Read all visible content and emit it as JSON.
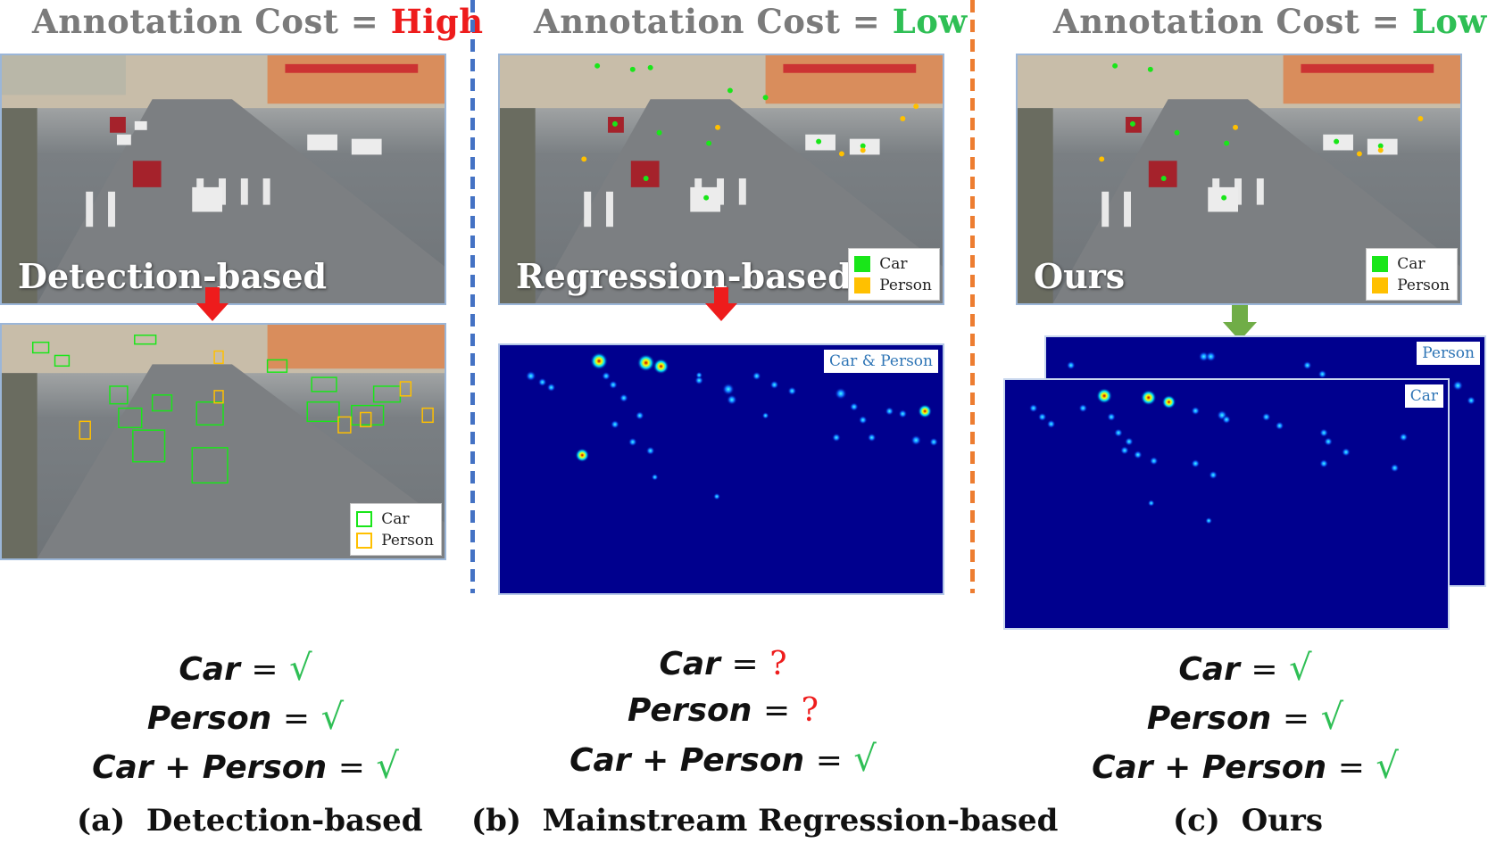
{
  "headers": [
    {
      "prefix": "Annotation Cost = ",
      "value": "High",
      "color": "#ee1c1c"
    },
    {
      "prefix": "Annotation Cost = ",
      "value": "Low",
      "color": "#2fbf55"
    },
    {
      "prefix": "Annotation Cost = ",
      "value": "Low",
      "color": "#2fbf55"
    }
  ],
  "photos": {
    "detection": {
      "label": "Detection-based"
    },
    "regression": {
      "label": "Regression-based"
    },
    "ours": {
      "label": "Ours"
    }
  },
  "legends": {
    "car": "Car",
    "person": "Person",
    "car_color": "#19e619",
    "person_color": "#ffc000"
  },
  "density_tags": {
    "regression": "Car & Person",
    "ours_person": "Person",
    "ours_car": "Car"
  },
  "formulas": {
    "car": "Car",
    "person": "Person",
    "car_person": "Car + Person",
    "equals": "=",
    "check": "√",
    "question": "?"
  },
  "captions": {
    "a_tag": "(a)",
    "a_text": "Detection-based",
    "b_tag": "(b)",
    "b_text": "Mainstream Regression-based",
    "c_tag": "(c)",
    "c_text": "Ours"
  },
  "colors": {
    "arrow_red": "#ee1c1c",
    "arrow_green": "#70ad47",
    "divider_blue": "#4472c4",
    "divider_orange": "#ed7d31",
    "density_bg": "#00008e"
  }
}
